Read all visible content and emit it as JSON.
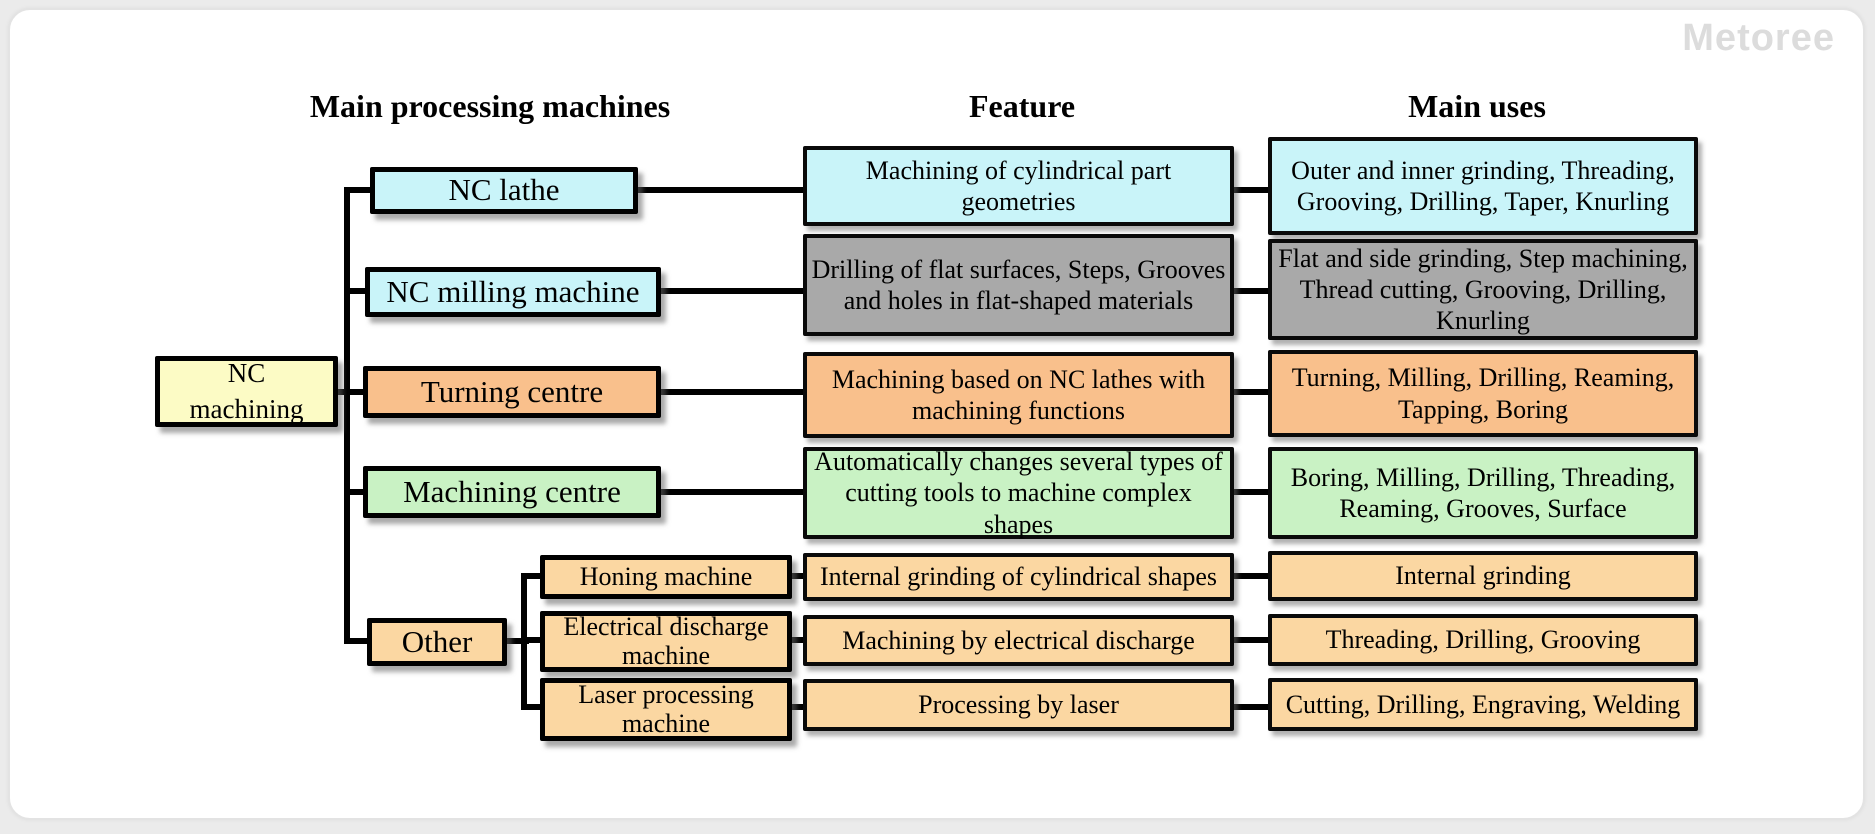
{
  "watermark": "Metoree",
  "headers": {
    "machines": "Main processing machines",
    "feature": "Feature",
    "uses": "Main uses"
  },
  "root": {
    "label": "NC machining",
    "color": "#fcfbc5"
  },
  "other": {
    "label": "Other",
    "color": "#fbd7a2"
  },
  "palette": {
    "cyan": "#c9f4f9",
    "gray": "#a9a9a9",
    "orange": "#f9c08c",
    "green": "#c9f2c4",
    "peach": "#fbd7a2",
    "yellow": "#fcfbc5",
    "line_black": "#000000",
    "watermark_gray": "#dcdcdc"
  },
  "rows": [
    {
      "machine": "NC lathe",
      "machine_color": "#c9f4f9",
      "panel_color": "#c9f4f9",
      "feature": "Machining of cylindrical part geometries",
      "uses": "Outer and inner grinding, Threading, Grooving, Drilling, Taper, Knurling"
    },
    {
      "machine": "NC milling machine",
      "machine_color": "#c9f4f9",
      "panel_color": "#a9a9a9",
      "feature": "Drilling of flat surfaces, Steps, Grooves and holes in flat-shaped materials",
      "uses": "Flat and side grinding, Step machining, Thread cutting, Grooving, Drilling, Knurling"
    },
    {
      "machine": "Turning centre",
      "machine_color": "#f9c08c",
      "panel_color": "#f9c08c",
      "feature": "Machining based on NC lathes with machining functions",
      "uses": "Turning, Milling, Drilling, Reaming, Tapping, Boring"
    },
    {
      "machine": "Machining centre",
      "machine_color": "#c9f2c4",
      "panel_color": "#c9f2c4",
      "feature": "Automatically changes several types of cutting tools to machine complex shapes",
      "uses": "Boring, Milling, Drilling, Threading, Reaming, Grooves, Surface"
    },
    {
      "machine": "Honing machine",
      "machine_color": "#fbd7a2",
      "panel_color": "#fbd7a2",
      "feature": "Internal grinding of cylindrical shapes",
      "uses": "Internal grinding"
    },
    {
      "machine": "Electrical discharge machine",
      "machine_color": "#fbd7a2",
      "panel_color": "#fbd7a2",
      "feature": "Machining by electrical discharge",
      "uses": "Threading, Drilling, Grooving"
    },
    {
      "machine": "Laser processing machine",
      "machine_color": "#fbd7a2",
      "panel_color": "#fbd7a2",
      "feature": "Processing by laser",
      "uses": "Cutting, Drilling, Engraving, Welding"
    }
  ]
}
